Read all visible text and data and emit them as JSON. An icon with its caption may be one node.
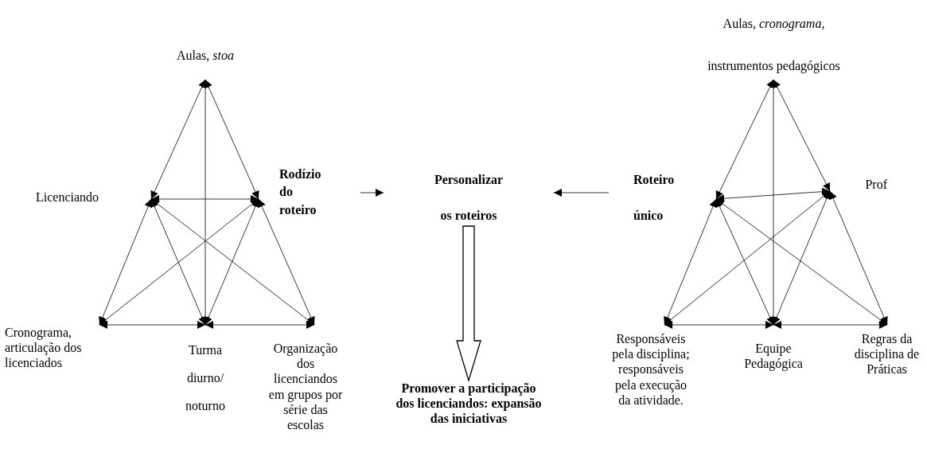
{
  "diagram": {
    "nodes": [
      {
        "text": [
          "Aulas, *stoa*"
        ]
      },
      {
        "text": [
          "Licenciando"
        ]
      },
      {
        "text": [
          "Rodízio do roteiro"
        ]
      },
      {
        "text": [
          "Cronograma, articulação dos licenciados"
        ]
      },
      {
        "text": [
          "Turma diurno/ noturno"
        ]
      },
      {
        "text": [
          "Organização dos licenciandos em grupos por série das escolas"
        ]
      },
      {
        "text": [
          "Personalizar os roteiros"
        ]
      },
      {
        "text": [
          "Promover a participação dos licenciandos: expansão das iniciativas"
        ]
      },
      {
        "text": [
          "Aulas, *cronograma*, instrumentos pedagógicos"
        ]
      },
      {
        "text": [
          "Roteiro único"
        ]
      },
      {
        "text": [
          "Prof"
        ]
      },
      {
        "text": [
          "Responsáveis pela disciplina; responsáveis pela execução da atividade."
        ]
      },
      {
        "text": [
          "Equipe Pedagógica"
        ]
      },
      {
        "text": [
          "Regras da disciplina de Práticas"
        ]
      }
    ],
    "edges": [
      {
        "from": 0,
        "to": 1,
        "arrow": "both"
      },
      {
        "from": 0,
        "to": 2,
        "arrow": "both"
      },
      {
        "from": 0,
        "to": 4,
        "arrow": "both"
      },
      {
        "from": 1,
        "to": 2,
        "arrow": "both"
      },
      {
        "from": 1,
        "to": 3,
        "arrow": "both"
      },
      {
        "from": 1,
        "to": 4,
        "arrow": "both"
      },
      {
        "from": 1,
        "to": 5,
        "arrow": "both"
      },
      {
        "from": 2,
        "to": 3,
        "arrow": "both"
      },
      {
        "from": 2,
        "to": 4,
        "arrow": "both"
      },
      {
        "from": 2,
        "to": 5,
        "arrow": "both"
      },
      {
        "from": 3,
        "to": 4,
        "arrow": "both"
      },
      {
        "from": 4,
        "to": 5,
        "arrow": "both"
      },
      {
        "from": 8,
        "to": 9,
        "arrow": "both"
      },
      {
        "from": 8,
        "to": 10,
        "arrow": "both"
      },
      {
        "from": 8,
        "to": 12,
        "arrow": "both"
      },
      {
        "from": 9,
        "to": 10,
        "arrow": "both"
      },
      {
        "from": 9,
        "to": 11,
        "arrow": "both"
      },
      {
        "from": 9,
        "to": 12,
        "arrow": "both"
      },
      {
        "from": 9,
        "to": 13,
        "arrow": "both"
      },
      {
        "from": 10,
        "to": 11,
        "arrow": "both"
      },
      {
        "from": 10,
        "to": 12,
        "arrow": "both"
      },
      {
        "from": 10,
        "to": 13,
        "arrow": "both"
      },
      {
        "from": 11,
        "to": 12,
        "arrow": "both"
      },
      {
        "from": 12,
        "to": 13,
        "arrow": "both"
      },
      {
        "from": 2,
        "to": 6,
        "arrow": "to"
      },
      {
        "from": 9,
        "to": 6,
        "arrow": "to"
      },
      {
        "from": 6,
        "to": 7,
        "arrow": "to",
        "style": "thick"
      }
    ]
  }
}
